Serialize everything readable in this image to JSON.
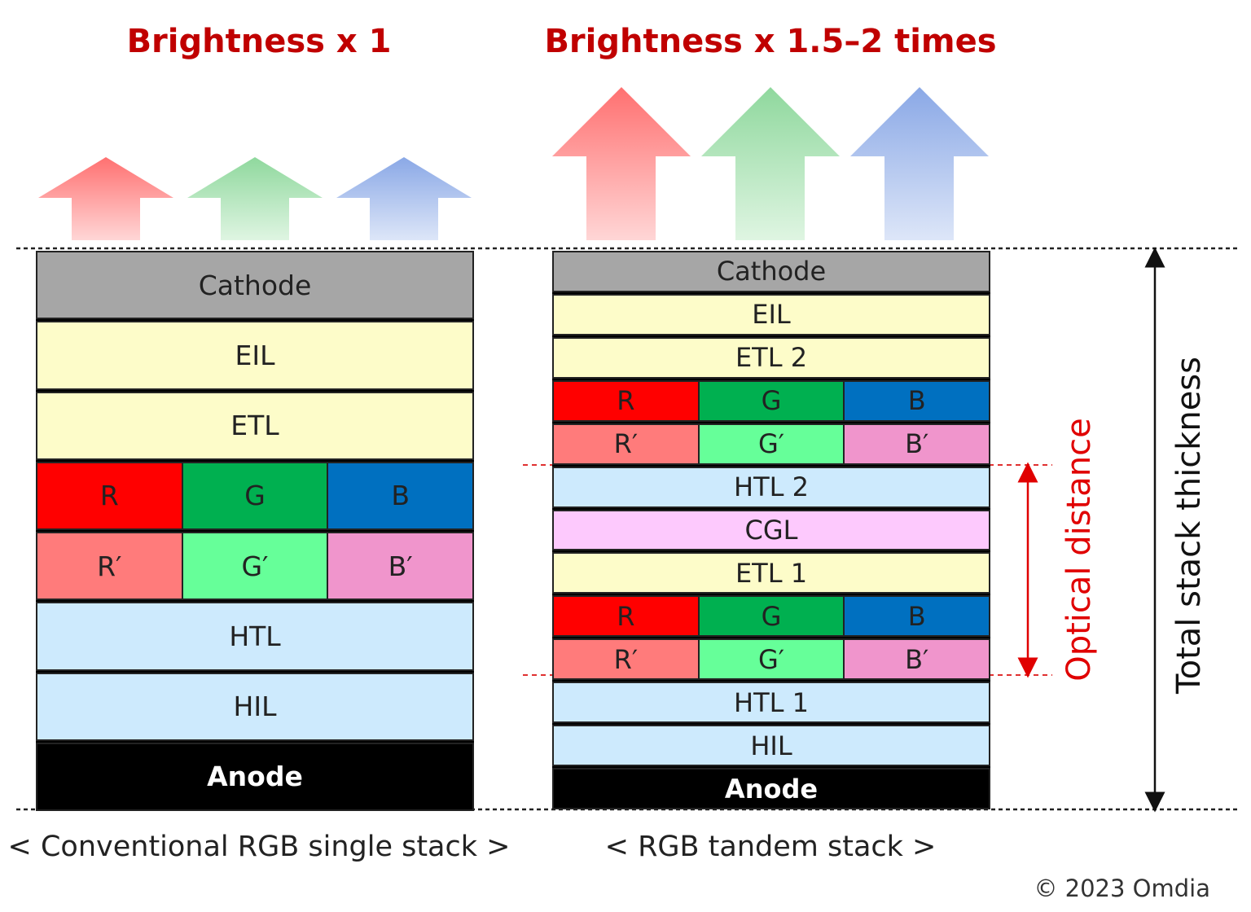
{
  "titles": {
    "left": "Brightness x 1",
    "right": "Brightness x 1.5–2 times"
  },
  "colors": {
    "title": "#c00000",
    "red_arrow": "#ff6b6b",
    "green_arrow": "#7fd48f",
    "blue_arrow": "#7f9fe0"
  },
  "left_stack": [
    {
      "cells": [
        {
          "label": "Cathode",
          "color": "#a6a6a6"
        }
      ]
    },
    {
      "cells": [
        {
          "label": "EIL",
          "color": "#fdfcc9"
        }
      ]
    },
    {
      "cells": [
        {
          "label": "ETL",
          "color": "#fdfcc9"
        }
      ]
    },
    {
      "cells": [
        {
          "label": "R",
          "color": "#ff0000"
        },
        {
          "label": "G",
          "color": "#00b050"
        },
        {
          "label": "B",
          "color": "#0070c0"
        }
      ]
    },
    {
      "cells": [
        {
          "label": "R′",
          "color": "#ff7b7b"
        },
        {
          "label": "G′",
          "color": "#66ff99"
        },
        {
          "label": "B′",
          "color": "#f095cc"
        }
      ]
    },
    {
      "cells": [
        {
          "label": "HTL",
          "color": "#cdeafd"
        }
      ]
    },
    {
      "cells": [
        {
          "label": "HIL",
          "color": "#cdeafd"
        }
      ]
    },
    {
      "cells": [
        {
          "label": "Anode",
          "color": "#000000",
          "anode": true
        }
      ]
    }
  ],
  "right_stack": [
    {
      "cells": [
        {
          "label": "Cathode",
          "color": "#a6a6a6"
        }
      ]
    },
    {
      "cells": [
        {
          "label": "EIL",
          "color": "#fdfcc9"
        }
      ]
    },
    {
      "cells": [
        {
          "label": "ETL 2",
          "color": "#fdfcc9"
        }
      ]
    },
    {
      "cells": [
        {
          "label": "R",
          "color": "#ff0000"
        },
        {
          "label": "G",
          "color": "#00b050"
        },
        {
          "label": "B",
          "color": "#0070c0"
        }
      ]
    },
    {
      "cells": [
        {
          "label": "R′",
          "color": "#ff7b7b"
        },
        {
          "label": "G′",
          "color": "#66ff99"
        },
        {
          "label": "B′",
          "color": "#f095cc"
        }
      ]
    },
    {
      "cells": [
        {
          "label": "HTL 2",
          "color": "#cdeafd"
        }
      ]
    },
    {
      "cells": [
        {
          "label": "CGL",
          "color": "#fdc9fd"
        }
      ]
    },
    {
      "cells": [
        {
          "label": "ETL 1",
          "color": "#fdfcc9"
        }
      ]
    },
    {
      "cells": [
        {
          "label": "R",
          "color": "#ff0000"
        },
        {
          "label": "G",
          "color": "#00b050"
        },
        {
          "label": "B",
          "color": "#0070c0"
        }
      ]
    },
    {
      "cells": [
        {
          "label": "R′",
          "color": "#ff7b7b"
        },
        {
          "label": "G′",
          "color": "#66ff99"
        },
        {
          "label": "B′",
          "color": "#f095cc"
        }
      ]
    },
    {
      "cells": [
        {
          "label": "HTL 1",
          "color": "#cdeafd"
        }
      ]
    },
    {
      "cells": [
        {
          "label": "HIL",
          "color": "#cdeafd"
        }
      ]
    },
    {
      "cells": [
        {
          "label": "Anode",
          "color": "#000000",
          "anode": true
        }
      ]
    }
  ],
  "captions": {
    "left": "< Conventional RGB single stack >",
    "right": "< RGB tandem stack >"
  },
  "annotations": {
    "optical": "Optical distance",
    "total": "Total stack thickness"
  },
  "copyright": "© 2023 Omdia"
}
